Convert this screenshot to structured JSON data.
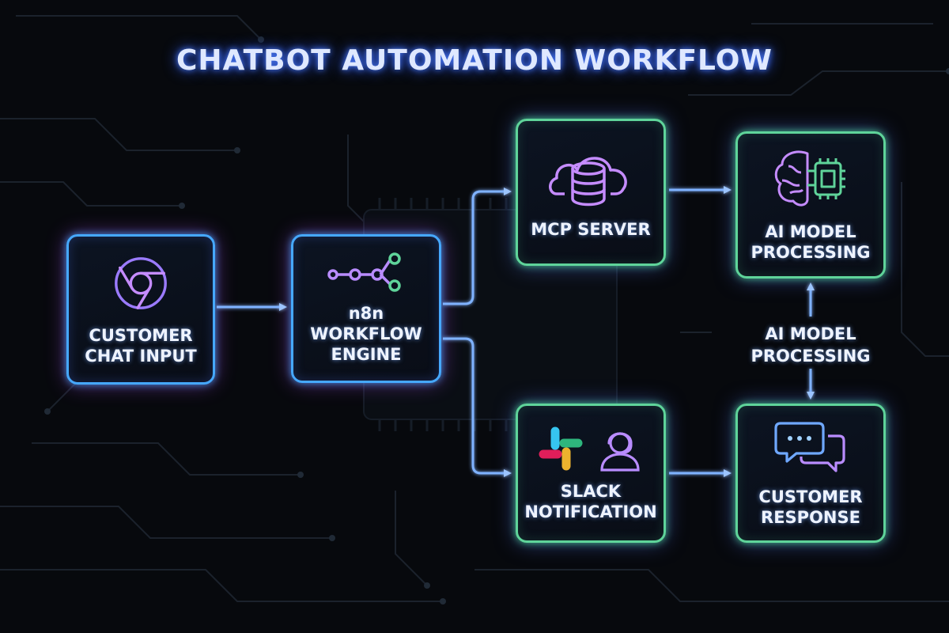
{
  "title": "CHATBOT AUTOMATION WORKFLOW",
  "nodes": {
    "customer_chat_input": {
      "label": "CUSTOMER\nCHAT INPUT",
      "icon": "chrome-browser-icon"
    },
    "workflow_engine": {
      "label": "n8n\nWORKFLOW\nENGINE",
      "icon": "workflow-nodes-icon"
    },
    "mcp_server": {
      "label": "MCP SERVER",
      "icon": "cloud-database-icon"
    },
    "ai_model": {
      "label": "AI MODEL\nPROCESSING",
      "icon": "brain-chip-icon"
    },
    "slack": {
      "label": "SLACK\nNOTIFICATION",
      "icon": "slack-logo-icon"
    },
    "customer_response": {
      "label": "CUSTOMER\nRESPONSE",
      "icon": "chat-bubbles-icon"
    }
  },
  "connector_label": "AI MODEL\nPROCESSING",
  "colors": {
    "background": "#07090d",
    "glow_blue": "#3fa0ff",
    "glow_green": "#5fd49a",
    "glow_purple": "#b45cff",
    "arrow": "#7fb2ff"
  }
}
